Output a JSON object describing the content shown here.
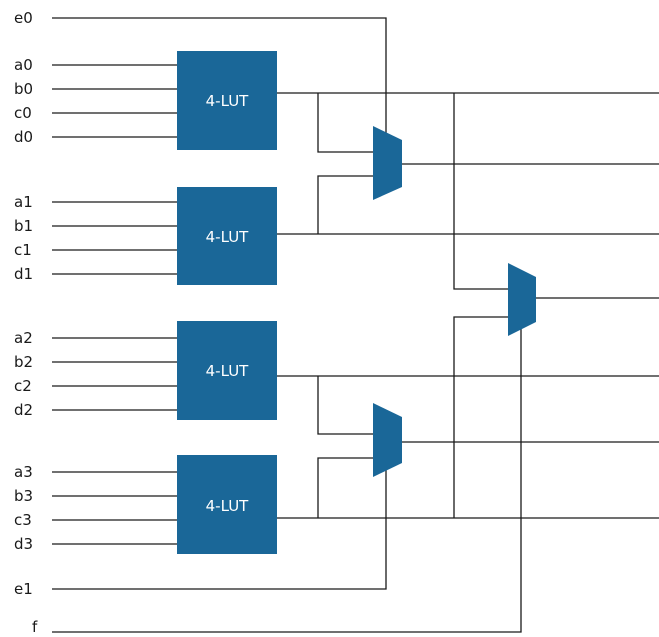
{
  "colors": {
    "block_fill": "#1a6798",
    "wire": "#1a1a1a",
    "background": "#ffffff",
    "label_on_block": "#ffffff"
  },
  "luts": [
    {
      "label": "4-LUT",
      "inputs": [
        "a0",
        "b0",
        "c0",
        "d0"
      ]
    },
    {
      "label": "4-LUT",
      "inputs": [
        "a1",
        "b1",
        "c1",
        "d1"
      ]
    },
    {
      "label": "4-LUT",
      "inputs": [
        "a2",
        "b2",
        "c2",
        "d2"
      ]
    },
    {
      "label": "4-LUT",
      "inputs": [
        "a3",
        "b3",
        "c3",
        "d3"
      ]
    }
  ],
  "select_signals": {
    "mux_top": "e0",
    "mux_bottom": "e1",
    "mux_final": "f"
  }
}
